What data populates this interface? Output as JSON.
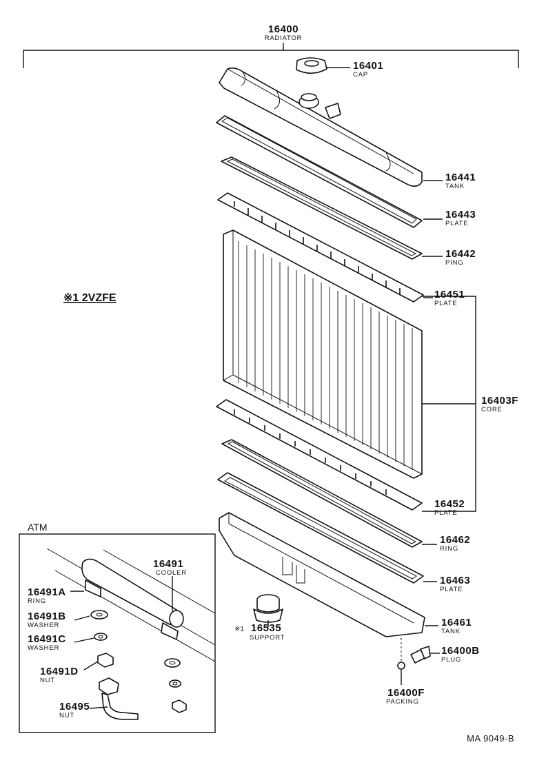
{
  "diagram": {
    "title_number": "16400",
    "title_label": "RADIATOR",
    "engine_note": "※1 2VZFE",
    "inset_title": "ATM",
    "figure_code": "MA 9049-B",
    "parts": [
      {
        "id": "cap",
        "number": "16401",
        "label": "CAP"
      },
      {
        "id": "upper-tank",
        "number": "16441",
        "label": "TANK"
      },
      {
        "id": "upper-plate-16443",
        "number": "16443",
        "label": "PLATE"
      },
      {
        "id": "upper-ring",
        "number": "16442",
        "label": "PING"
      },
      {
        "id": "upper-core-plate",
        "number": "16451",
        "label": "PLATE"
      },
      {
        "id": "core",
        "number": "16403F",
        "label": "CORE"
      },
      {
        "id": "lower-core-plate",
        "number": "16452",
        "label": "PLATE"
      },
      {
        "id": "lower-ring",
        "number": "16462",
        "label": "RING"
      },
      {
        "id": "lower-plate",
        "number": "16463",
        "label": "PLATE"
      },
      {
        "id": "lower-tank",
        "number": "16461",
        "label": "TANK"
      },
      {
        "id": "support",
        "number": "16535",
        "label": "SUPPORT",
        "mark": "※1"
      },
      {
        "id": "drain-plug",
        "number": "16400B",
        "label": "PLUG"
      },
      {
        "id": "packing",
        "number": "16400F",
        "label": "PACKING"
      },
      {
        "id": "oil-cooler",
        "number": "16491",
        "label": "COOLER"
      },
      {
        "id": "cooler-ring",
        "number": "16491A",
        "label": "RING"
      },
      {
        "id": "washer-b",
        "number": "16491B",
        "label": "WASHER"
      },
      {
        "id": "washer-c",
        "number": "16491C",
        "label": "WASHER"
      },
      {
        "id": "cooler-nut-d",
        "number": "16491D",
        "label": "NUT"
      },
      {
        "id": "cooler-nut",
        "number": "16495",
        "label": "NUT"
      }
    ]
  }
}
